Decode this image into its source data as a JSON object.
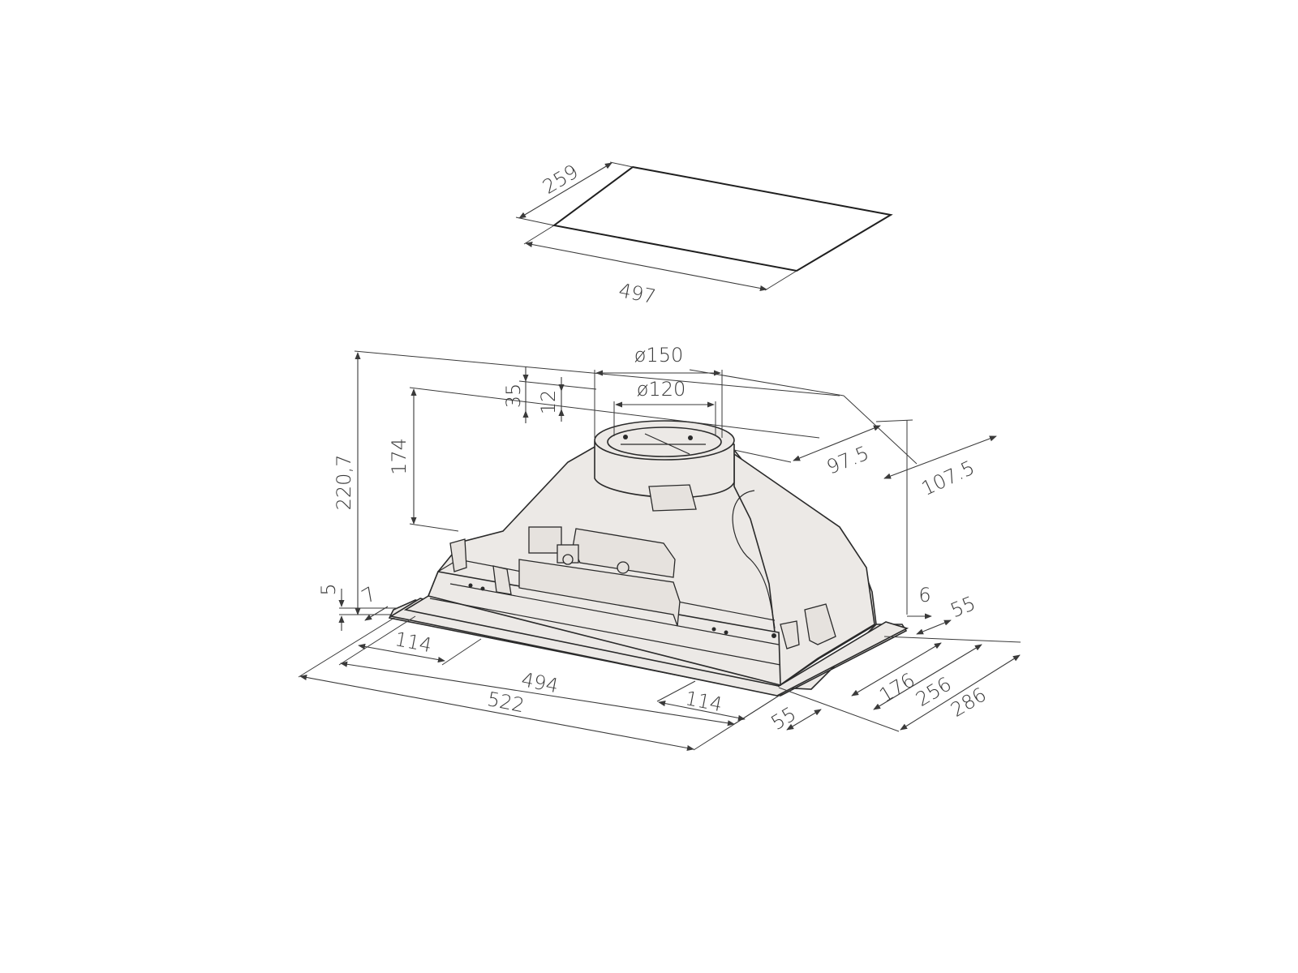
{
  "dimensions": {
    "cutout_depth": "259",
    "cutout_width": "497",
    "outlet_outer_diameter": "ø150",
    "outlet_inner_diameter": "ø120",
    "collar_height": "35",
    "collar_inner_height": "12",
    "body_height": "174",
    "total_height": "220,7",
    "flange_thickness": "5",
    "flange_offset": "7",
    "outlet_offset_inner": "97.5",
    "outlet_offset_outer": "107.5",
    "side_gap": "6",
    "rear_inset": "55",
    "front_left_inset": "114",
    "front_right_inset": "114",
    "body_width": "494",
    "flange_width": "522",
    "front_inset": "55",
    "body_depth_inner": "176",
    "body_depth": "256",
    "flange_depth": "286"
  },
  "colors": {
    "line": "#3a3a3a",
    "body": "#ece9e6"
  }
}
